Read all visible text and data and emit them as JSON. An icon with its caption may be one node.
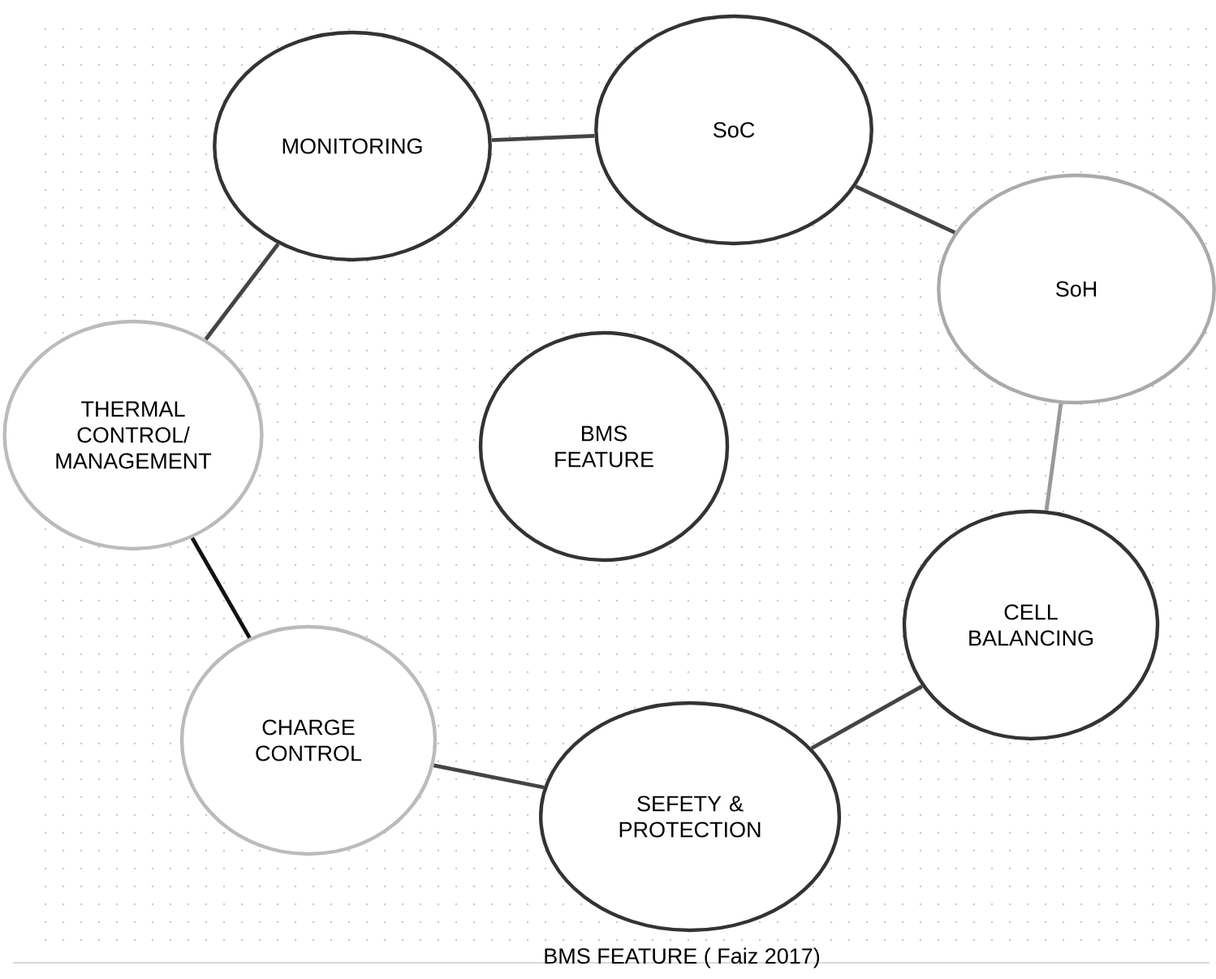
{
  "diagram": {
    "caption": "BMS FEATURE ( Faiz 2017)",
    "nodes": [
      {
        "text": [
          "MONITORING"
        ]
      },
      {
        "text": [
          "SoC"
        ]
      },
      {
        "text": [
          "SoH"
        ]
      },
      {
        "text": [
          "THERMAL CONTROL/ MANAGEMENT"
        ]
      },
      {
        "text": [
          "BMS FEATURE"
        ]
      },
      {
        "text": [
          "CELL BALANCING"
        ]
      },
      {
        "text": [
          "CHARGE CONTROL"
        ]
      },
      {
        "text": [
          "SEFETY & PROTECTION"
        ]
      }
    ],
    "edges": [
      {
        "from": 0,
        "to": 1,
        "arrow": "none"
      },
      {
        "from": 1,
        "to": 2,
        "arrow": "none"
      },
      {
        "from": 2,
        "to": 5,
        "arrow": "none",
        "color": "#999999"
      },
      {
        "from": 5,
        "to": 7,
        "arrow": "none"
      },
      {
        "from": 7,
        "to": 6,
        "arrow": "none"
      },
      {
        "from": 6,
        "to": 3,
        "arrow": "none",
        "color": "#111111"
      },
      {
        "from": 3,
        "to": 0,
        "arrow": "none"
      }
    ]
  }
}
